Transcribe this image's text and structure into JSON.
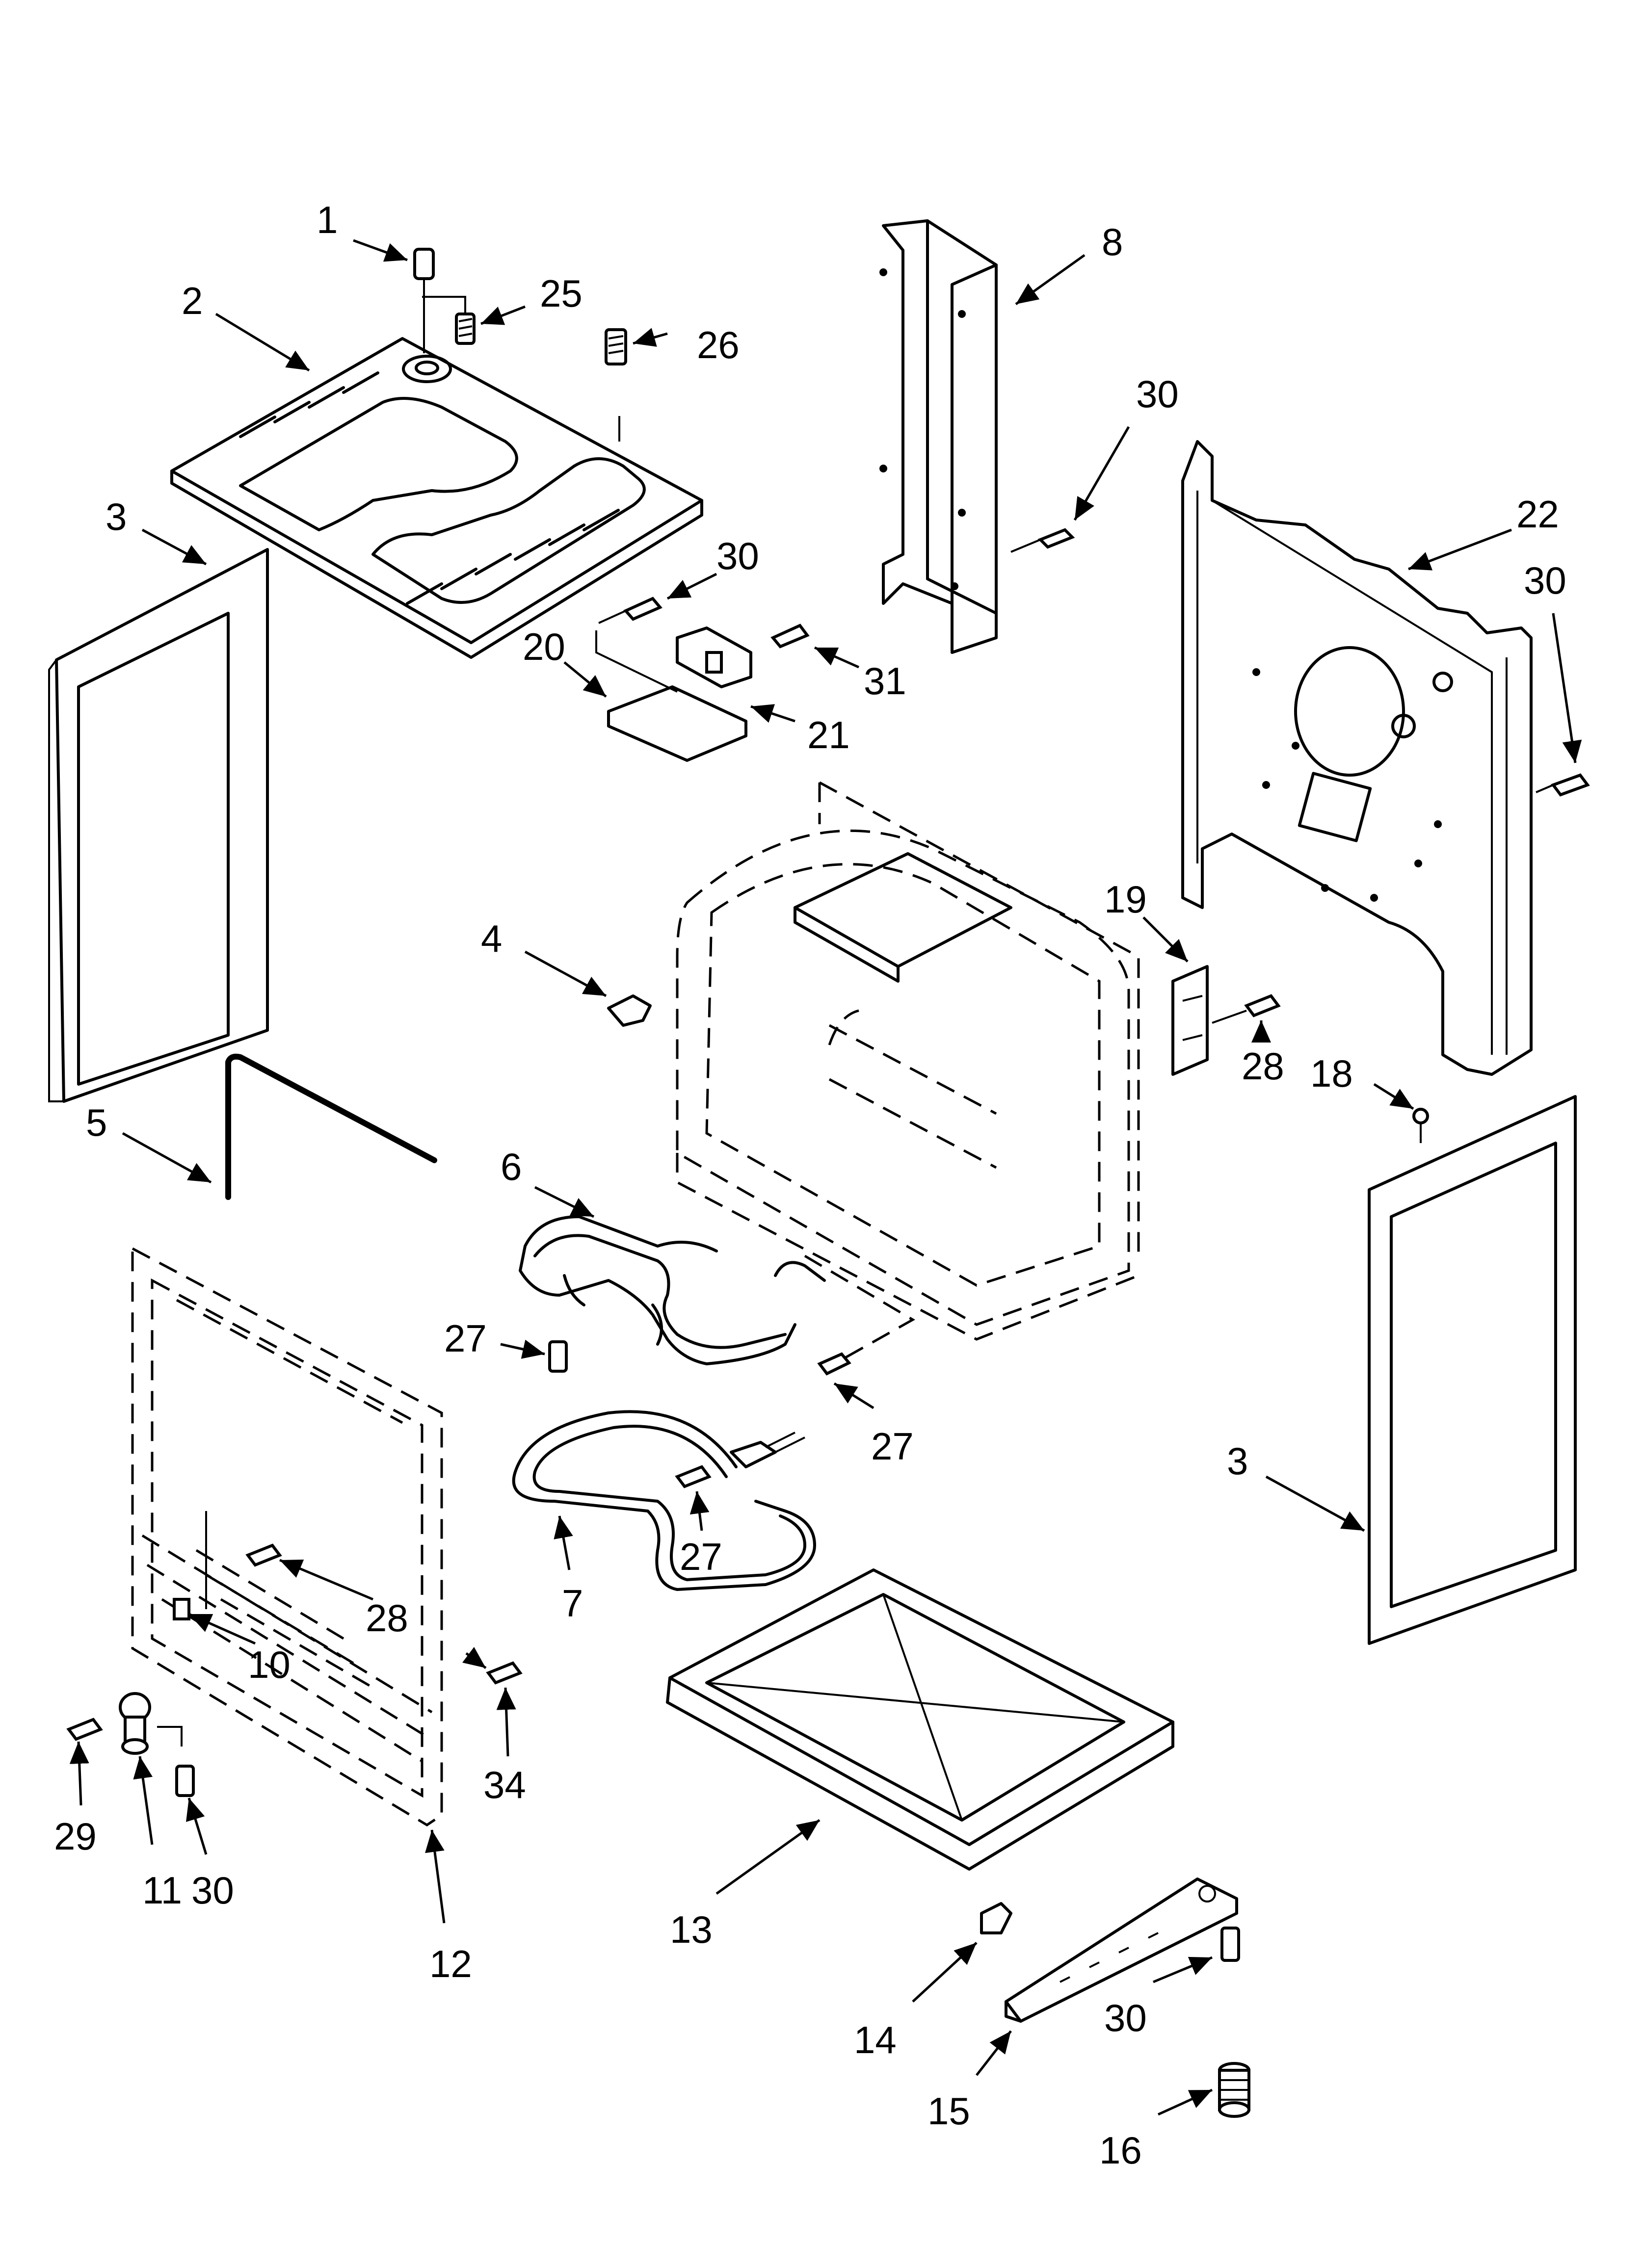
{
  "callouts": {
    "c1": "1",
    "c2": "2",
    "c25": "25",
    "c26": "26",
    "c8": "8",
    "c30_top": "30",
    "c22": "22",
    "c30_right": "30",
    "c3_left": "3",
    "c30_mid": "30",
    "c31": "31",
    "c20": "20",
    "c21": "21",
    "c4": "4",
    "c19": "19",
    "c28_right": "28",
    "c18": "18",
    "c5": "5",
    "c6": "6",
    "c27_left": "27",
    "c27_right": "27",
    "c3_right": "3",
    "c27_bottom": "27",
    "c7": "7",
    "c28_left": "28",
    "c10": "10",
    "c34": "34",
    "c29": "29",
    "c11": "11",
    "c30_bottom": "30",
    "c12": "12",
    "c13": "13",
    "c14": "14",
    "c15": "15",
    "c30_br": "30",
    "c16": "16"
  }
}
